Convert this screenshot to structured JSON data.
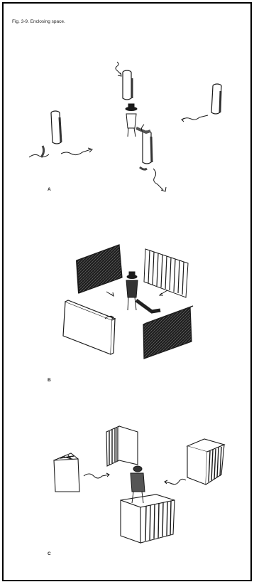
{
  "caption": "Fig. 3-9. Enclosing space.",
  "panels": [
    {
      "label": "A"
    },
    {
      "label": "B"
    },
    {
      "label": "C"
    }
  ],
  "colors": {
    "ink": "#1a1a1a",
    "paper": "#ffffff",
    "frame": "#000000"
  }
}
